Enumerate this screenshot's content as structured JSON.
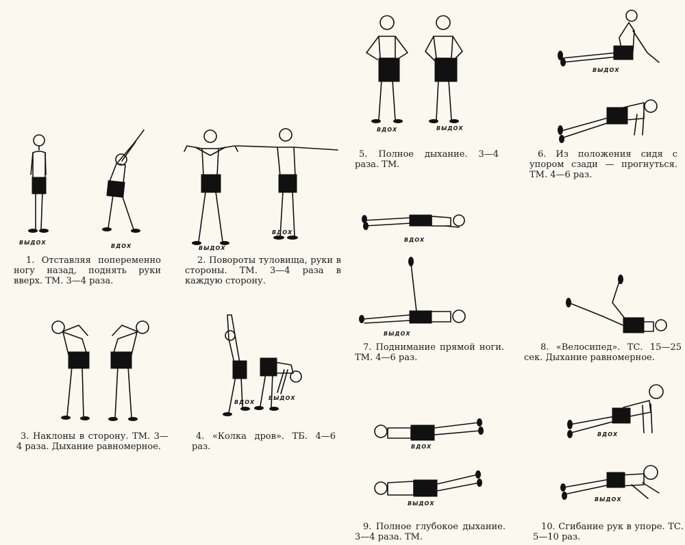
{
  "exercises": [
    {
      "num": "1.",
      "caption": "Отставляя попеременно ногу назад, поднять руки вверх. ТМ. 3—4 раза.",
      "labels": [
        "ВЫДОХ",
        "ВДОХ"
      ]
    },
    {
      "num": "2.",
      "caption": "Повороты туловища, руки в стороны. ТМ. 3—4 раза в каждую сторону.",
      "labels": [
        "ВЫДОХ",
        "ВДОХ"
      ]
    },
    {
      "num": "3.",
      "caption": "Наклоны в сторону. ТМ. 3—4 раза. Дыхание равномерное.",
      "labels": []
    },
    {
      "num": "4.",
      "caption": "«Колка дров». ТБ. 4—6 раз.",
      "labels": [
        "ВДОХ",
        "ВЫДОХ"
      ]
    },
    {
      "num": "5.",
      "caption": "Полное дыхание. 3—4 раза. ТМ.",
      "labels": [
        "ВДОХ",
        "ВЫДОХ"
      ]
    },
    {
      "num": "6.",
      "caption": "Из положения сидя с упором сзади — прогнуться. ТМ. 4—6 раз.",
      "labels": [
        "ВЫДОХ"
      ]
    },
    {
      "num": "7.",
      "caption": "Поднимание прямой ноги. ТМ. 4—6 раз.",
      "labels": [
        "ВДОХ",
        "ВЫДОХ"
      ]
    },
    {
      "num": "8.",
      "caption": "«Велосипед». ТС. 15—25 сек. Дыхание равномерное.",
      "labels": []
    },
    {
      "num": "9.",
      "caption": "Полное глубокое дыхание. 3—4 раза. ТМ.",
      "labels": [
        "ВДОХ",
        "ВЫДОХ"
      ]
    },
    {
      "num": "10.",
      "caption": "Сгибание рук в упоре. ТС. 5—10 раз.",
      "labels": [
        "ВДОХ",
        "ВЫДОХ"
      ]
    }
  ]
}
